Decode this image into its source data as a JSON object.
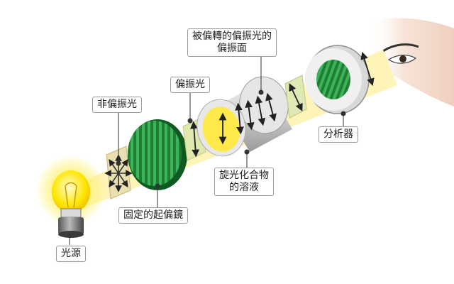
{
  "labels": {
    "light_source": "光源",
    "unpolarized_light": "非偏振光",
    "fixed_polarizer": "固定的起偏鏡",
    "polarized_light": "偏振光",
    "rotated_plane_line1": "被偏轉的偏振光的",
    "rotated_plane_line2": "偏振面",
    "solution_line1": "旋光化合物",
    "solution_line2": "的溶液",
    "analyzer": "分析器"
  },
  "colors": {
    "beam": "#fff3b0",
    "bulb": "#ffe600",
    "polarizer_green": "#1f8f3a",
    "tube_gray": "#c8c8c8"
  }
}
